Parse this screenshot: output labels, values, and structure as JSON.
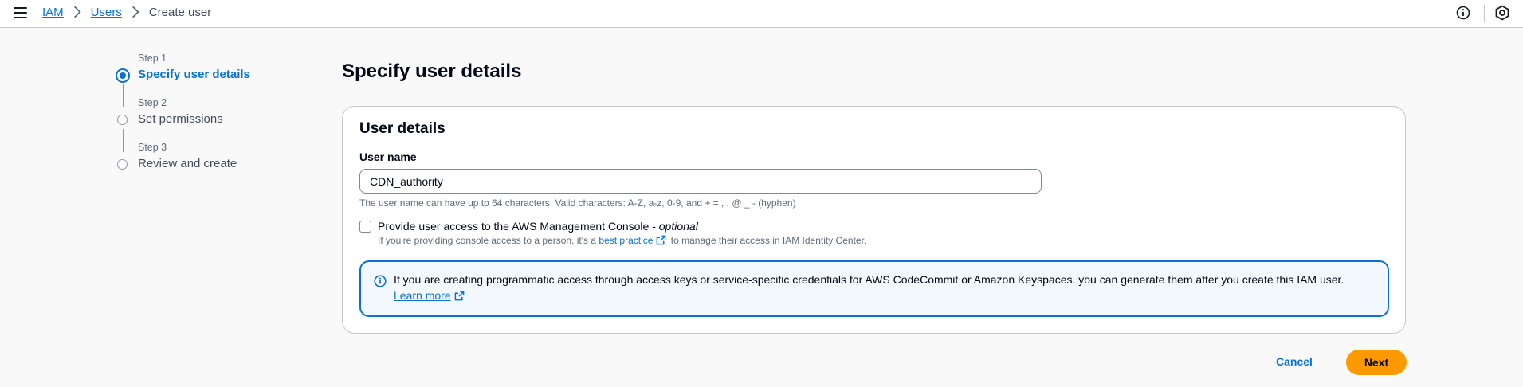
{
  "breadcrumb": {
    "items": [
      {
        "label": "IAM"
      },
      {
        "label": "Users"
      }
    ],
    "current": "Create user"
  },
  "steps": [
    {
      "caption": "Step 1",
      "title": "Specify user details",
      "state": "active"
    },
    {
      "caption": "Step 2",
      "title": "Set permissions",
      "state": "inactive"
    },
    {
      "caption": "Step 3",
      "title": "Review and create",
      "state": "inactive"
    }
  ],
  "page": {
    "title": "Specify user details"
  },
  "user_details": {
    "title": "User details",
    "user_name_label": "User name",
    "user_name_value": "CDN_authority",
    "user_name_hint": "The user name can have up to 64 characters. Valid characters: A-Z, a-z, 0-9, and + = , . @ _ - (hyphen)",
    "console_access": {
      "label": "Provide user access to the AWS Management Console - ",
      "optional": "optional",
      "checked": false,
      "desc_before": "If you're providing console access to a person, it's a ",
      "desc_link": "best practice",
      "desc_after": " to manage their access in IAM Identity Center."
    },
    "info_alert": {
      "text": "If you are creating programmatic access through access keys or service-specific credentials for AWS CodeCommit or Amazon Keyspaces, you can generate them after you create this IAM user.",
      "link": "Learn more"
    }
  },
  "actions": {
    "cancel": "Cancel",
    "next": "Next"
  },
  "colors": {
    "accent": "#0972d3",
    "primary_button": "#ff9900",
    "alert_background": "#f2f8fd"
  }
}
